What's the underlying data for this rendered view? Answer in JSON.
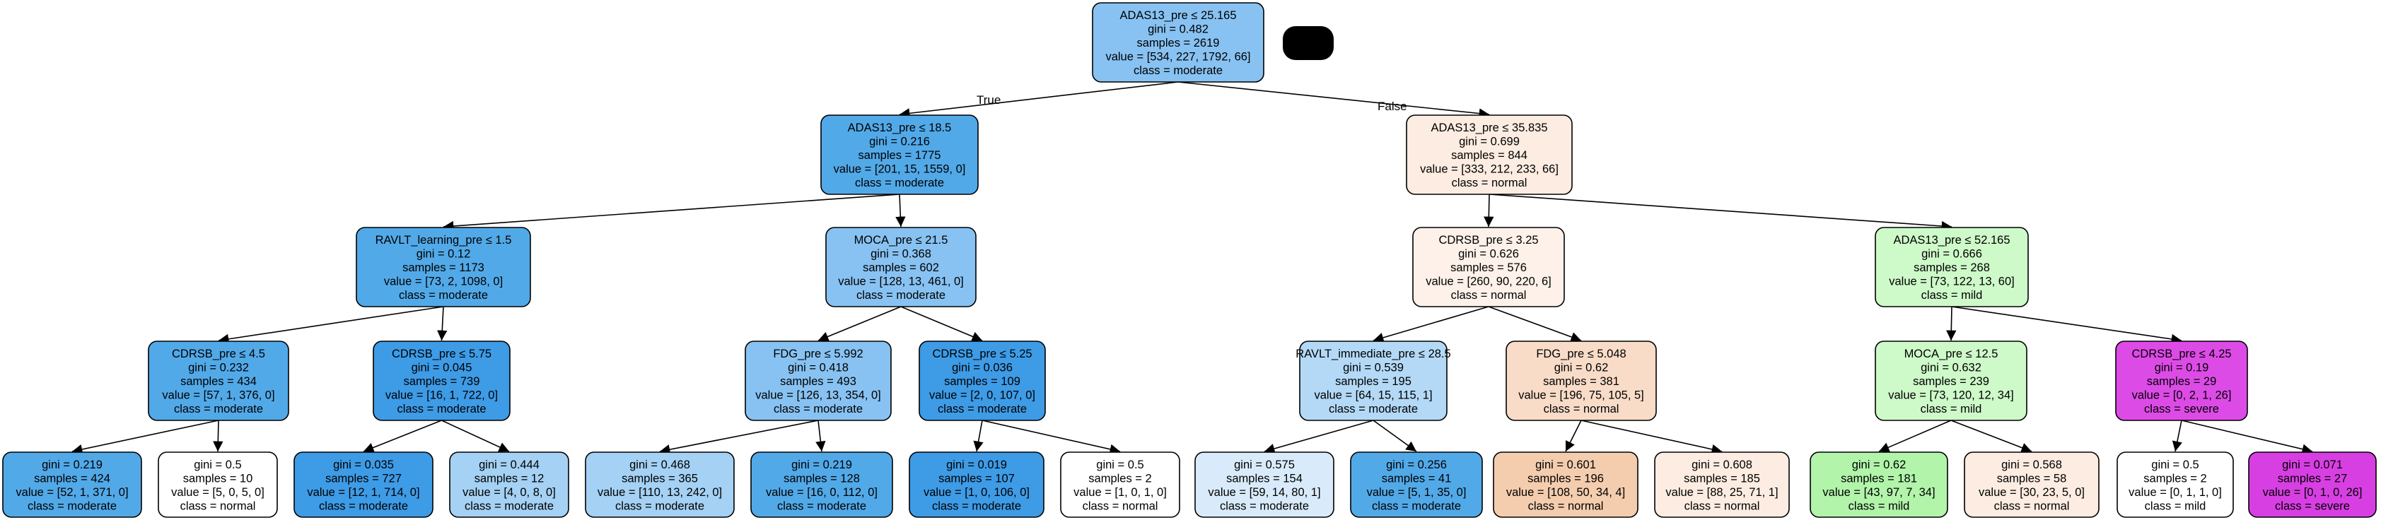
{
  "palette": {
    "moderate_dark": "#3e9be6",
    "moderate_mid": "#52a9e8",
    "moderate_light": "#88c2f2",
    "moderate_pale": "#a4d1f4",
    "moderate_paler": "#b3d9f6",
    "moderate_palest": "#d9ebfa",
    "normal_mid": "#f4cdae",
    "normal_light": "#f8dcc8",
    "normal_pale": "#fcece1",
    "normal_palest": "#fdf1e9",
    "mild_mid": "#b1f4aa",
    "mild_light": "#cef9c9",
    "severe_dark": "#d83fe3",
    "severe_mid": "#dd4be7",
    "white": "#ffffff",
    "badge": "#000000"
  },
  "edges": {
    "true_label": "True",
    "false_label": "False"
  },
  "nodes": [
    {
      "id": "n0",
      "lines": [
        "ADAS13_pre ≤ 25.165",
        "gini = 0.482",
        "samples = 2619",
        "value = [534, 227, 1792, 66]",
        "class = moderate"
      ],
      "color": "moderate_light"
    },
    {
      "id": "n1",
      "lines": [
        "ADAS13_pre ≤ 18.5",
        "gini = 0.216",
        "samples = 1775",
        "value = [201, 15, 1559, 0]",
        "class = moderate"
      ],
      "color": "moderate_mid"
    },
    {
      "id": "n2",
      "lines": [
        "ADAS13_pre ≤ 35.835",
        "gini = 0.699",
        "samples = 844",
        "value = [333, 212, 233, 66]",
        "class = normal"
      ],
      "color": "normal_pale"
    },
    {
      "id": "n3",
      "lines": [
        "RAVLT_learning_pre ≤ 1.5",
        "gini = 0.12",
        "samples = 1173",
        "value = [73, 2, 1098, 0]",
        "class = moderate"
      ],
      "color": "moderate_mid"
    },
    {
      "id": "n4",
      "lines": [
        "MOCA_pre ≤ 21.5",
        "gini = 0.368",
        "samples = 602",
        "value = [128, 13, 461, 0]",
        "class = moderate"
      ],
      "color": "moderate_light"
    },
    {
      "id": "n5",
      "lines": [
        "CDRSB_pre ≤ 3.25",
        "gini = 0.626",
        "samples = 576",
        "value = [260, 90, 220, 6]",
        "class = normal"
      ],
      "color": "normal_palest"
    },
    {
      "id": "n6",
      "lines": [
        "ADAS13_pre ≤ 52.165",
        "gini = 0.666",
        "samples = 268",
        "value = [73, 122, 13, 60]",
        "class = mild"
      ],
      "color": "mild_light"
    },
    {
      "id": "n7",
      "lines": [
        "CDRSB_pre ≤ 4.5",
        "gini = 0.232",
        "samples = 434",
        "value = [57, 1, 376, 0]",
        "class = moderate"
      ],
      "color": "moderate_mid"
    },
    {
      "id": "n8",
      "lines": [
        "CDRSB_pre ≤ 5.75",
        "gini = 0.045",
        "samples = 739",
        "value = [16, 1, 722, 0]",
        "class = moderate"
      ],
      "color": "moderate_dark"
    },
    {
      "id": "n9",
      "lines": [
        "FDG_pre ≤ 5.992",
        "gini = 0.418",
        "samples = 493",
        "value = [126, 13, 354, 0]",
        "class = moderate"
      ],
      "color": "moderate_light"
    },
    {
      "id": "n10",
      "lines": [
        "CDRSB_pre ≤ 5.25",
        "gini = 0.036",
        "samples = 109",
        "value = [2, 0, 107, 0]",
        "class = moderate"
      ],
      "color": "moderate_dark"
    },
    {
      "id": "n11",
      "lines": [
        "RAVLT_immediate_pre ≤ 28.5",
        "gini = 0.539",
        "samples = 195",
        "value = [64, 15, 115, 1]",
        "class = moderate"
      ],
      "color": "moderate_paler"
    },
    {
      "id": "n12",
      "lines": [
        "FDG_pre ≤ 5.048",
        "gini = 0.62",
        "samples = 381",
        "value = [196, 75, 105, 5]",
        "class = normal"
      ],
      "color": "normal_light"
    },
    {
      "id": "n13",
      "lines": [
        "MOCA_pre ≤ 12.5",
        "gini = 0.632",
        "samples = 239",
        "value = [73, 120, 12, 34]",
        "class = mild"
      ],
      "color": "mild_light"
    },
    {
      "id": "n14",
      "lines": [
        "CDRSB_pre ≤ 4.25",
        "gini = 0.19",
        "samples = 29",
        "value = [0, 2, 1, 26]",
        "class = severe"
      ],
      "color": "severe_mid"
    },
    {
      "id": "n15",
      "lines": [
        "gini = 0.219",
        "samples = 424",
        "value = [52, 1, 371, 0]",
        "class = moderate"
      ],
      "color": "moderate_mid"
    },
    {
      "id": "n16",
      "lines": [
        "gini = 0.5",
        "samples = 10",
        "value = [5, 0, 5, 0]",
        "class = normal"
      ],
      "color": "white"
    },
    {
      "id": "n17",
      "lines": [
        "gini = 0.035",
        "samples = 727",
        "value = [12, 1, 714, 0]",
        "class = moderate"
      ],
      "color": "moderate_dark"
    },
    {
      "id": "n18",
      "lines": [
        "gini = 0.444",
        "samples = 12",
        "value = [4, 0, 8, 0]",
        "class = moderate"
      ],
      "color": "moderate_pale"
    },
    {
      "id": "n19",
      "lines": [
        "gini = 0.468",
        "samples = 365",
        "value = [110, 13, 242, 0]",
        "class = moderate"
      ],
      "color": "moderate_pale"
    },
    {
      "id": "n20",
      "lines": [
        "gini = 0.219",
        "samples = 128",
        "value = [16, 0, 112, 0]",
        "class = moderate"
      ],
      "color": "moderate_mid"
    },
    {
      "id": "n21",
      "lines": [
        "gini = 0.019",
        "samples = 107",
        "value = [1, 0, 106, 0]",
        "class = moderate"
      ],
      "color": "moderate_dark"
    },
    {
      "id": "n22",
      "lines": [
        "gini = 0.5",
        "samples = 2",
        "value = [1, 0, 1, 0]",
        "class = normal"
      ],
      "color": "white"
    },
    {
      "id": "n23",
      "lines": [
        "gini = 0.575",
        "samples = 154",
        "value = [59, 14, 80, 1]",
        "class = moderate"
      ],
      "color": "moderate_palest"
    },
    {
      "id": "n24",
      "lines": [
        "gini = 0.256",
        "samples = 41",
        "value = [5, 1, 35, 0]",
        "class = moderate"
      ],
      "color": "moderate_mid"
    },
    {
      "id": "n25",
      "lines": [
        "gini = 0.601",
        "samples = 196",
        "value = [108, 50, 34, 4]",
        "class = normal"
      ],
      "color": "normal_mid"
    },
    {
      "id": "n26",
      "lines": [
        "gini = 0.608",
        "samples = 185",
        "value = [88, 25, 71, 1]",
        "class = normal"
      ],
      "color": "normal_pale"
    },
    {
      "id": "n27",
      "lines": [
        "gini = 0.62",
        "samples = 181",
        "value = [43, 97, 7, 34]",
        "class = mild"
      ],
      "color": "mild_mid"
    },
    {
      "id": "n28",
      "lines": [
        "gini = 0.568",
        "samples = 58",
        "value = [30, 23, 5, 0]",
        "class = normal"
      ],
      "color": "normal_pale"
    },
    {
      "id": "n29",
      "lines": [
        "gini = 0.5",
        "samples = 2",
        "value = [0, 1, 1, 0]",
        "class = mild"
      ],
      "color": "white"
    },
    {
      "id": "n30",
      "lines": [
        "gini = 0.071",
        "samples = 27",
        "value = [0, 1, 0, 26]",
        "class = severe"
      ],
      "color": "severe_dark"
    }
  ]
}
